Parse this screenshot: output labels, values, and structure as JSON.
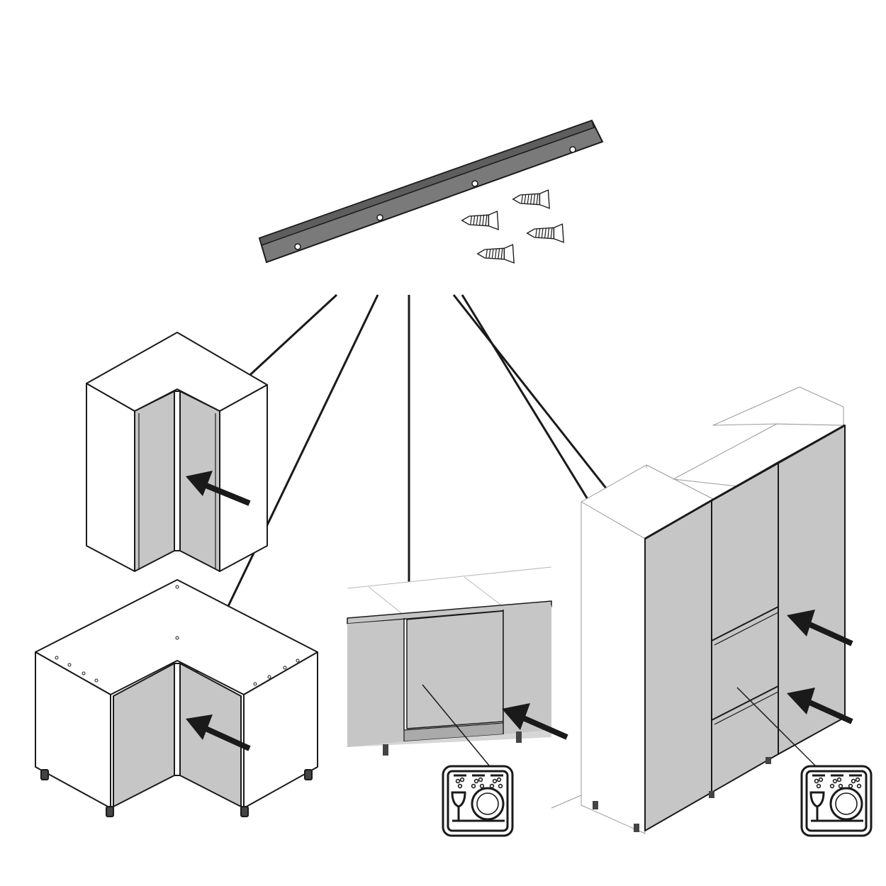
{
  "diagram": {
    "parts": {
      "profile": "angle-profile",
      "screw_count": 4,
      "profile_hole_count": 4
    },
    "targets": [
      {
        "id": "wall-corner-cabinet",
        "arrows": 1
      },
      {
        "id": "base-corner-cabinet",
        "arrows": 1
      },
      {
        "id": "dishwasher-panel",
        "arrows": 1,
        "icon": "dishwasher-safe-icon"
      },
      {
        "id": "tall-cabinet-drawers",
        "arrows": 2,
        "icon": "dishwasher-safe-icon"
      }
    ],
    "colors": {
      "line": "#1a1a1a",
      "panel": "#c6c6c6",
      "profile": "#7a7a7a",
      "carcass": "#ffffff"
    }
  }
}
